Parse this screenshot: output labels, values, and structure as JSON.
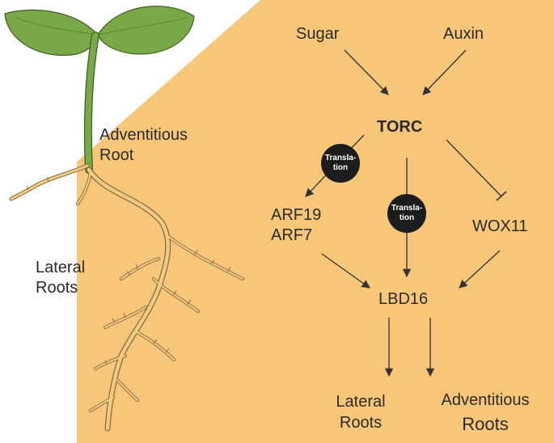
{
  "plant": {
    "adventitious_root_label": [
      "Adventitious",
      "Root"
    ],
    "lateral_roots_label": [
      "Lateral",
      "Roots"
    ]
  },
  "pathway": {
    "sugar": "Sugar",
    "auxin": "Auxin",
    "torc": "TORC",
    "arf19": "ARF19",
    "arf7": "ARF7",
    "wox11": "WOX11",
    "lbd16": "LBD16",
    "translation_badge": [
      "Transla-",
      "tion"
    ],
    "outputs": {
      "lateral_roots": [
        "Lateral",
        "Roots"
      ],
      "adventitious_roots": [
        "Adventitious",
        "Roots"
      ]
    }
  },
  "colors": {
    "panel": "#f7c678",
    "leaf": "#79a849",
    "stem": "#6e9c3f",
    "root": "#eecb87",
    "root_outline": "#8a6a3a",
    "badge": "#1c1c1c",
    "arrow": "#333333"
  }
}
